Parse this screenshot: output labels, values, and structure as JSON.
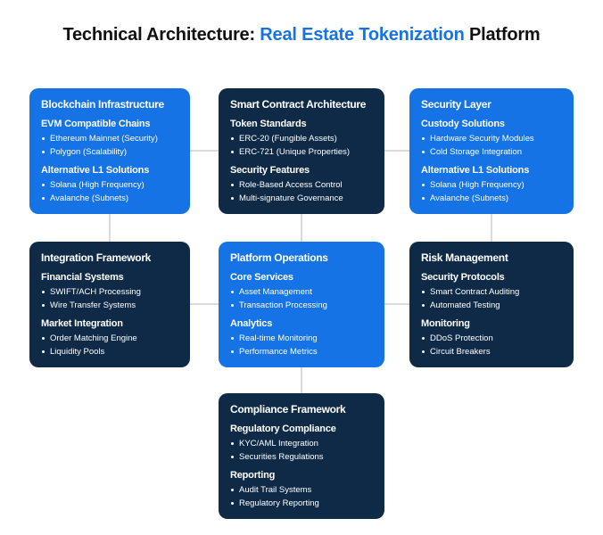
{
  "title": {
    "prefix": "Technical Architecture: ",
    "highlight": "Real Estate Tokenization",
    "suffix": " Platform"
  },
  "colors": {
    "accent_blue": "#1673e6",
    "dark_navy": "#0e2a47",
    "connector_gray": "#cfcfcf"
  },
  "boxes": [
    {
      "id": "blockchain-infrastructure",
      "variant": "blue",
      "title": "Blockchain Infrastructure",
      "sections": [
        {
          "heading": "EVM Compatible Chains",
          "items": [
            "Ethereum Mainnet (Security)",
            "Polygon (Scalability)"
          ]
        },
        {
          "heading": "Alternative L1 Solutions",
          "items": [
            "Solana (High Frequency)",
            "Avalanche (Subnets)"
          ]
        }
      ]
    },
    {
      "id": "smart-contract-architecture",
      "variant": "navy",
      "title": "Smart Contract Architecture",
      "sections": [
        {
          "heading": "Token Standards",
          "items": [
            "ERC-20 (Fungible Assets)",
            "ERC-721 (Unique Properties)"
          ]
        },
        {
          "heading": "Security Features",
          "items": [
            "Role-Based Access Control",
            "Multi-signature Governance"
          ]
        }
      ]
    },
    {
      "id": "security-layer",
      "variant": "blue",
      "title": "Security Layer",
      "sections": [
        {
          "heading": "Custody Solutions",
          "items": [
            "Hardware Security Modules",
            "Cold Storage Integration"
          ]
        },
        {
          "heading": "Alternative L1 Solutions",
          "items": [
            "Solana (High Frequency)",
            "Avalanche (Subnets)"
          ]
        }
      ]
    },
    {
      "id": "integration-framework",
      "variant": "navy",
      "title": "Integration Framework",
      "sections": [
        {
          "heading": "Financial Systems",
          "items": [
            "SWIFT/ACH Processing",
            "Wire Transfer Systems"
          ]
        },
        {
          "heading": "Market Integration",
          "items": [
            "Order Matching Engine",
            "Liquidity Pools"
          ]
        }
      ]
    },
    {
      "id": "platform-operations",
      "variant": "blue",
      "title": "Platform Operations",
      "sections": [
        {
          "heading": "Core Services",
          "items": [
            "Asset Management",
            "Transaction Processing"
          ]
        },
        {
          "heading": "Analytics",
          "items": [
            "Real-time Monitoring",
            "Performance Metrics"
          ]
        }
      ]
    },
    {
      "id": "risk-management",
      "variant": "navy",
      "title": "Risk Management",
      "sections": [
        {
          "heading": "Security Protocols",
          "items": [
            "Smart Contract Auditing",
            "Automated Testing"
          ]
        },
        {
          "heading": "Monitoring",
          "items": [
            "DDoS Protection",
            "Circuit Breakers"
          ]
        }
      ]
    },
    {
      "id": "compliance-framework",
      "variant": "navy",
      "title": "Compliance Framework",
      "sections": [
        {
          "heading": "Regulatory Compliance",
          "items": [
            "KYC/AML Integration",
            "Securities Regulations"
          ]
        },
        {
          "heading": "Reporting",
          "items": [
            "Audit Trail Systems",
            "Regulatory Reporting"
          ]
        }
      ]
    }
  ],
  "connections": [
    [
      "blockchain-infrastructure",
      "smart-contract-architecture"
    ],
    [
      "smart-contract-architecture",
      "security-layer"
    ],
    [
      "blockchain-infrastructure",
      "integration-framework"
    ],
    [
      "smart-contract-architecture",
      "platform-operations"
    ],
    [
      "security-layer",
      "risk-management"
    ],
    [
      "integration-framework",
      "platform-operations"
    ],
    [
      "platform-operations",
      "risk-management"
    ],
    [
      "platform-operations",
      "compliance-framework"
    ]
  ]
}
